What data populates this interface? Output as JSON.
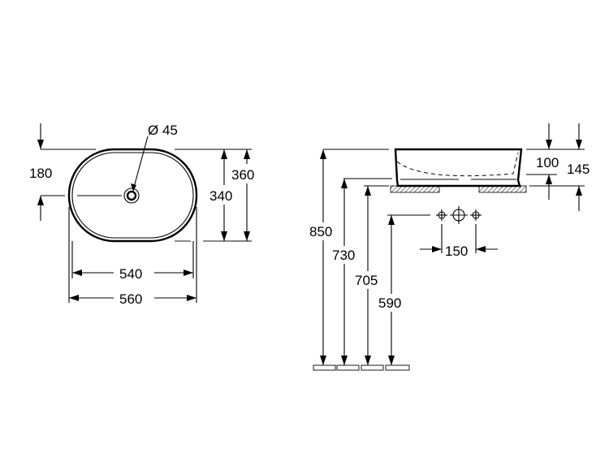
{
  "dimensions": {
    "hole_diameter": "Ø 45",
    "top_offset": "180",
    "outer_depth": "360",
    "inner_depth": "340",
    "inner_width": "540",
    "outer_width": "560",
    "total_height": "850",
    "rim_height_730": "730",
    "rim_height_705": "705",
    "tap_height": "590",
    "basin_height": "100",
    "basin_total": "145",
    "tap_spacing": "150"
  }
}
